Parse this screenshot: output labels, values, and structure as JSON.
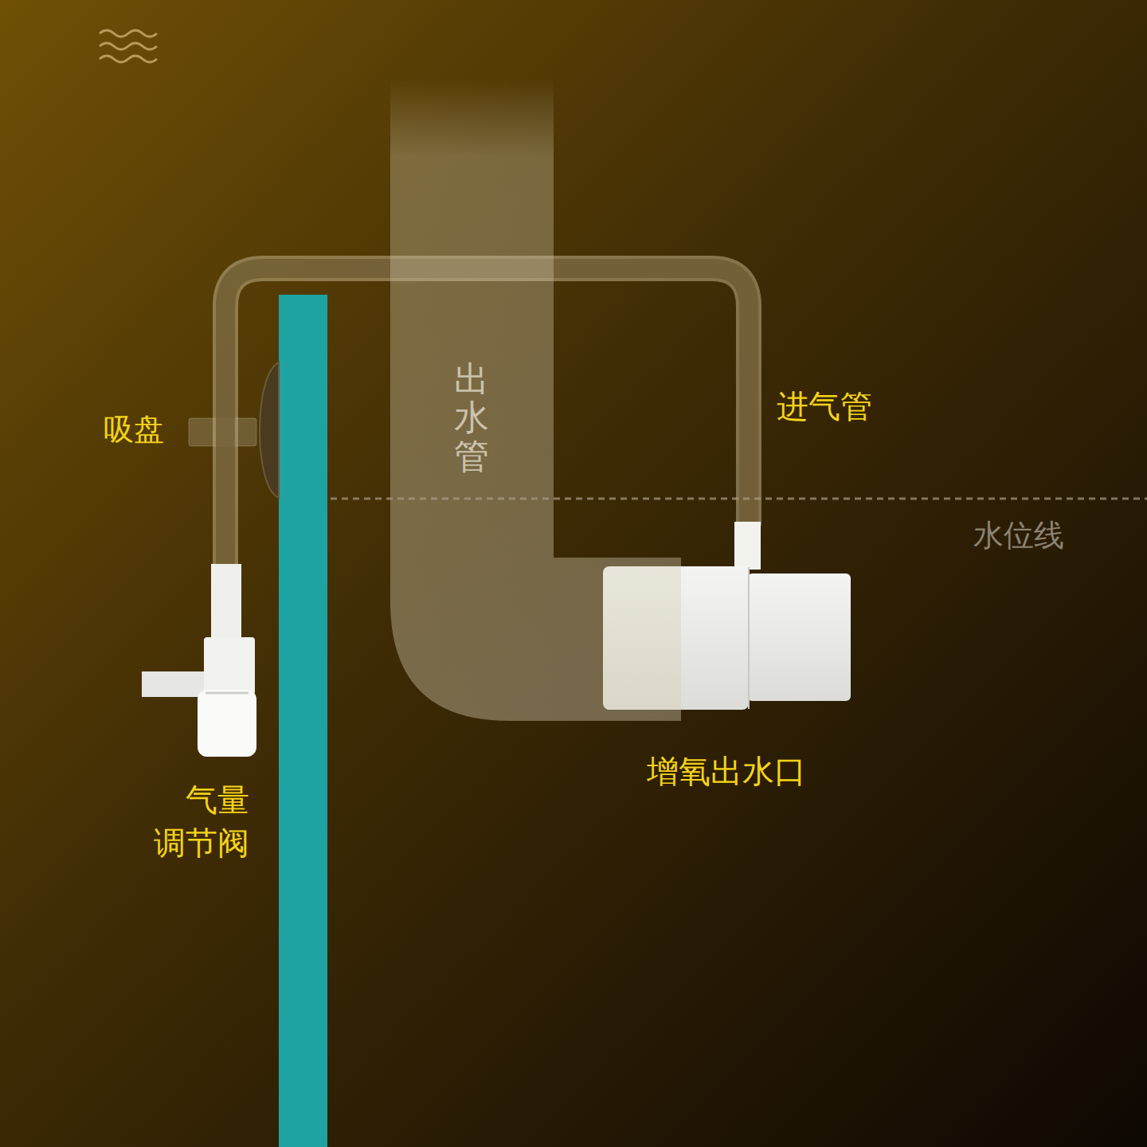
{
  "diagram": {
    "nodes": [
      {
        "text": [
          "出水管"
        ]
      }
    ],
    "labels": [
      "吸盘",
      "进气管",
      "水位线",
      "气量 调节阀",
      "增氧出水口"
    ]
  }
}
